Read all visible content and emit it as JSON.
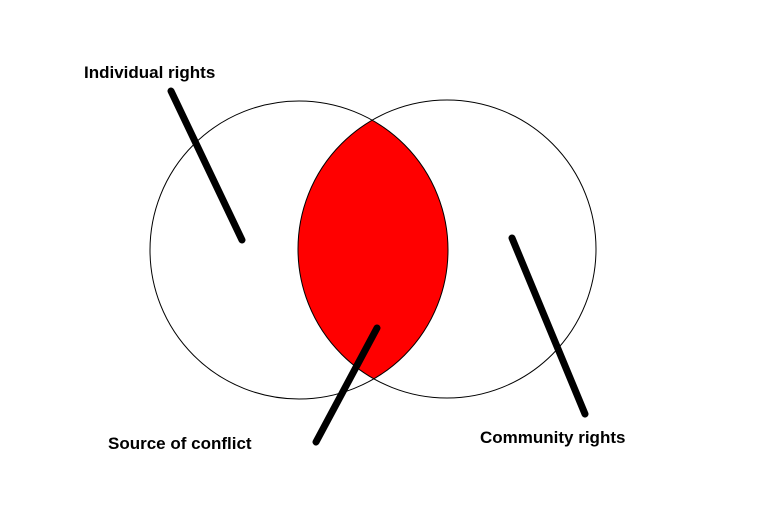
{
  "diagram": {
    "type": "venn",
    "sets": [
      {
        "id": "individual",
        "label": "Individual rights"
      },
      {
        "id": "community",
        "label": "Community rights"
      }
    ],
    "intersection": {
      "label": "Source of conflict",
      "fill": "#ff0000"
    },
    "colors": {
      "background": "#ffffff",
      "outline": "#000000",
      "intersection": "#ff0000",
      "pointer": "#000000"
    }
  },
  "labels": {
    "individual": "Individual rights",
    "conflict": "Source of conflict",
    "community": "Community rights"
  }
}
